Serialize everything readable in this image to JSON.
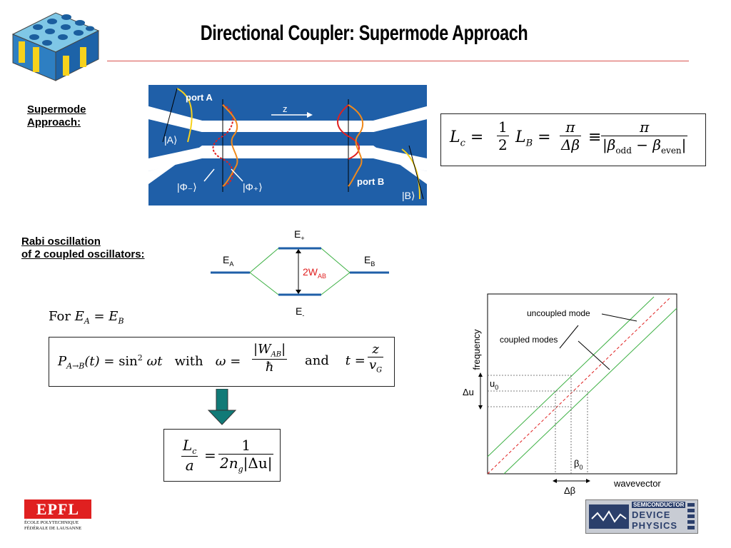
{
  "title": "Directional Coupler: Supermode Approach",
  "supermode_label": [
    "Supermode",
    "Approach:"
  ],
  "rabi_label": [
    "Rabi oscillation",
    "of 2 coupled oscillators:"
  ],
  "coupler": {
    "port_a": "port A",
    "port_b": "port B",
    "z": "z",
    "ket_a": "|A⟩",
    "ket_b": "|B⟩",
    "ket_phi_minus": "|Φ₋⟩",
    "ket_phi_plus": "|Φ₊⟩"
  },
  "eq_lc": {
    "lhs": "L",
    "lhs_sub": "c",
    "half_num": "1",
    "half_den": "2",
    "lb": "L",
    "lb_sub": "B",
    "pi": "π",
    "delta_beta": "Δβ",
    "equiv": "≡",
    "beta_odd": "odd",
    "beta_even": "even"
  },
  "energy": {
    "e_plus": "E",
    "e_plus_sub": "+",
    "e_minus": "E",
    "e_minus_sub": "-",
    "e_a": "E",
    "e_a_sub": "A",
    "e_b": "E",
    "e_b_sub": "B",
    "coupling": "2W",
    "coupling_sub": "AB"
  },
  "for_line": {
    "text": "For",
    "expr_lhs": "E",
    "sub_a": "A",
    "sub_b": "B"
  },
  "eq_rabi": {
    "p": "P",
    "p_sub": "A→B",
    "t_arg": "(t)",
    "sin": "sin",
    "with": "with",
    "omega": "ω",
    "wab": "|W",
    "wab_sub": "AB",
    "hbar": "ħ",
    "and": "and",
    "t": "t",
    "z": "z",
    "vg": "v",
    "vg_sub": "G"
  },
  "eq_lc_a": {
    "lc": "L",
    "lc_sub": "c",
    "a": "a",
    "one": "1",
    "den": "2n",
    "den_sub": "g",
    "du": "|Δu|"
  },
  "dispersion": {
    "ylabel": "frequency",
    "xlabel": "wavevector",
    "uncoupled": "uncoupled mode",
    "coupled": "coupled modes",
    "u0": "u",
    "u0_sub": "0",
    "du": "Δu",
    "b0": "β",
    "b0_sub": "0",
    "db": "Δβ"
  },
  "logos": {
    "epfl": "EPFL",
    "epfl_line1": "ÉCOLE POLYTECHNIQUE",
    "epfl_line2": "FÉDÉRALE DE LAUSANNE",
    "sdp_1": "SEMICONDUCTOR",
    "sdp_2": "DEVICE",
    "sdp_3": "PHYSICS"
  },
  "colors": {
    "accent_rule": "#d9534f",
    "coupler_blue": "#1f5fa8",
    "coupled_green": "#3cb043",
    "uncoupled_red": "#e02020",
    "level_blue": "#1f5fa8",
    "arrow_teal": "#117a77"
  }
}
